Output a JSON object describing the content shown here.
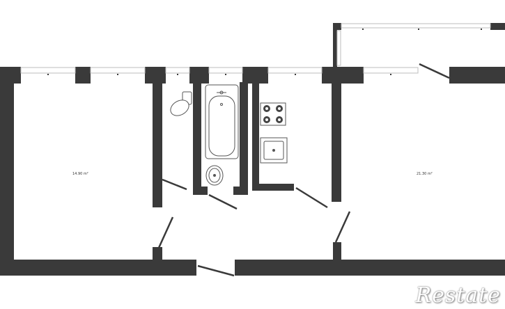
{
  "rooms": [
    {
      "id": "living-room-left",
      "area_label": "14.90 m²"
    },
    {
      "id": "living-room-right",
      "area_label": "21.30 m²"
    }
  ],
  "watermark": {
    "text": "Restate"
  },
  "colors": {
    "wall": "#3a3a3a",
    "window": "#d2d2d2",
    "fixture_stroke": "#555555",
    "background": "#ffffff"
  }
}
